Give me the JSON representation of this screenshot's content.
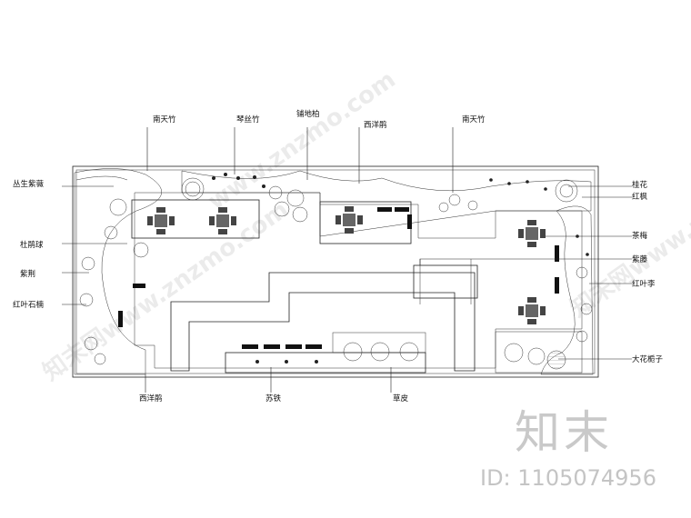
{
  "labels": {
    "nantianzhu_left": "南天竹",
    "qinsizhu": "琴丝竹",
    "pudibai": "铺地柏",
    "xiyangjuan_top": "西洋鹃",
    "nantianzhu_right": "南天竹",
    "congsheng_ziwei": "丛生紫薇",
    "dujuanqiu": "杜鹃球",
    "zijing": "紫荆",
    "hongye_shinan": "红叶石楠",
    "guihua": "桂花",
    "hongfeng": "红枫",
    "chamei": "茶梅",
    "zitengh": "紫藤",
    "hongyeli": "红叶李",
    "dahua_zhizi": "大花栀子",
    "xiyangjuan_bottom": "西洋鹃",
    "sutie": "苏铁",
    "caopi": "草皮"
  },
  "brand": "知末",
  "id_text": "ID: 1105074956",
  "watermarks": [
    "知末网www.znzmo.com",
    "www.znzmo.com",
    "知末网www.znzmo.com"
  ]
}
